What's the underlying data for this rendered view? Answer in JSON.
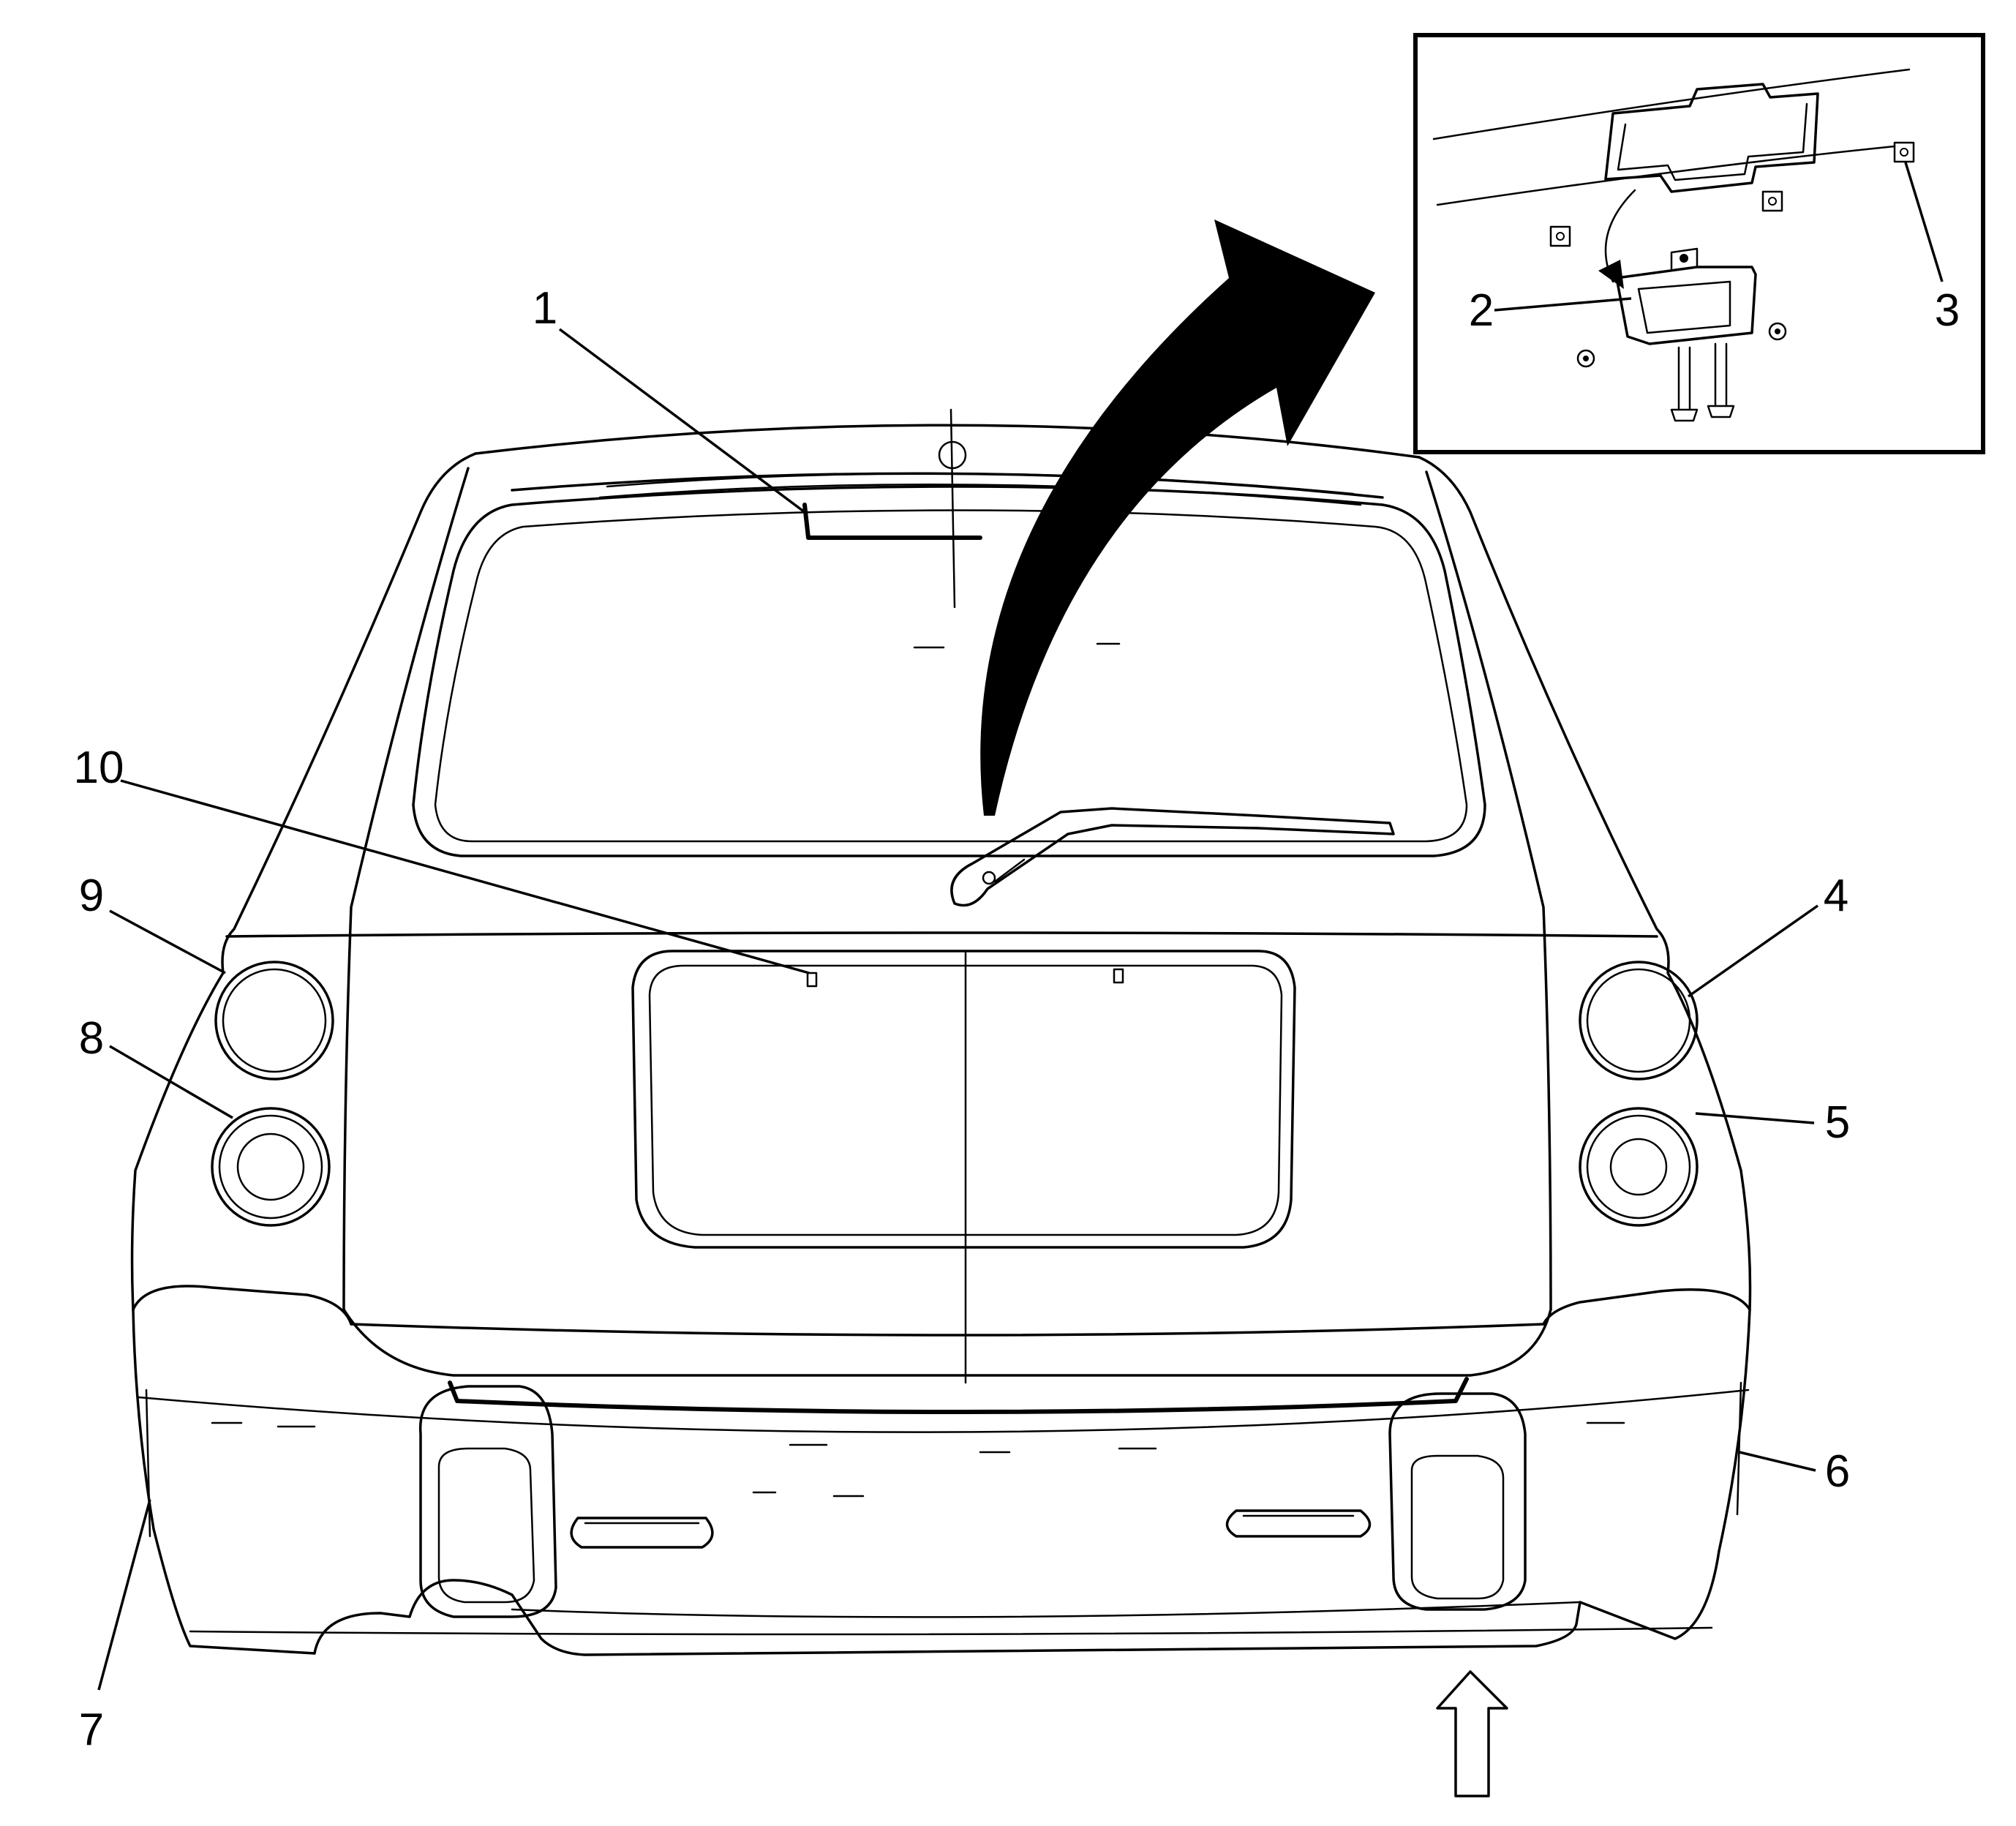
{
  "callouts": {
    "c1": "1",
    "c2": "2",
    "c3": "3",
    "c4": "4",
    "c5": "5",
    "c6": "6",
    "c7": "7",
    "c8": "8",
    "c9": "9",
    "c10": "10"
  },
  "icons": {
    "emblem": "bowtie-emblem-icon",
    "view_direction": "view-direction-arrow-icon",
    "zoom_arrow": "detail-curved-arrow-icon"
  },
  "colors": {
    "line": "#000000",
    "background": "#ffffff"
  }
}
